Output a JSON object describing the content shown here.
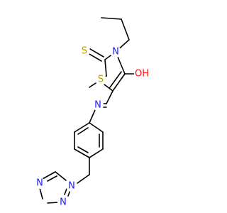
{
  "molecule": {
    "colors": {
      "bond": "#000000",
      "S": "#b5a000",
      "N": "#1c1cff",
      "O": "#ff0d0d",
      "background": "#ffffff"
    },
    "atoms": [
      {
        "id": "thione-s",
        "label": "S",
        "element": "S"
      },
      {
        "id": "ring-s",
        "label": "S",
        "element": "S"
      },
      {
        "id": "ring-n3",
        "label": "N",
        "element": "N"
      },
      {
        "id": "hydroxyl-o",
        "label": "OH",
        "element": "O"
      },
      {
        "id": "imine-n",
        "label": "N",
        "element": "N"
      },
      {
        "id": "triazole-n1",
        "label": "N",
        "element": "N"
      },
      {
        "id": "triazole-n2",
        "label": "N",
        "element": "N"
      },
      {
        "id": "triazole-n4",
        "label": "N",
        "element": "N"
      }
    ]
  }
}
